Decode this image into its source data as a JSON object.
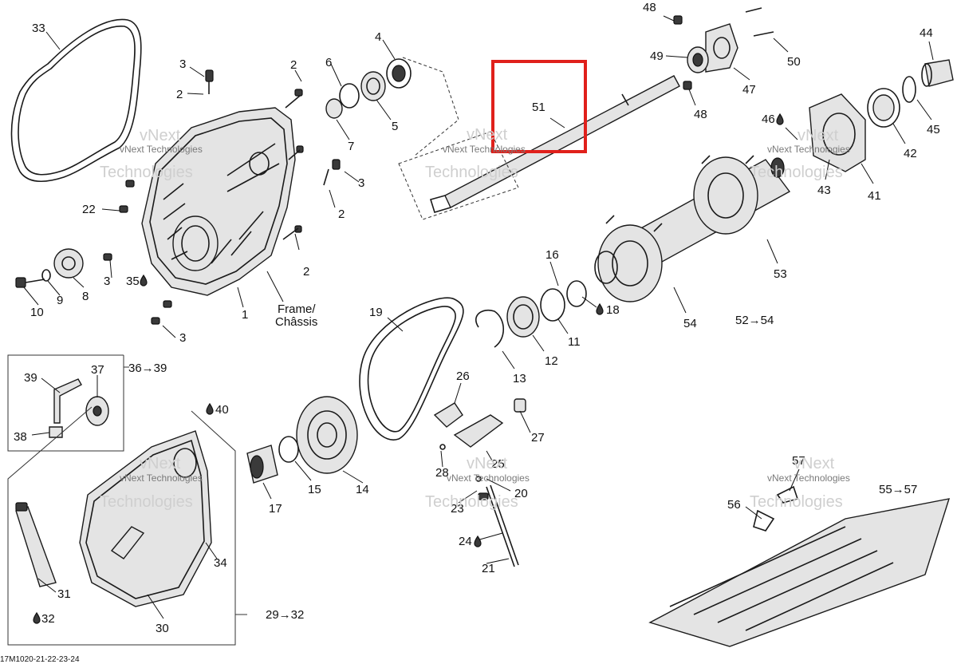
{
  "diagram": {
    "part_numbers": {
      "p1": "1",
      "p2a": "2",
      "p2b": "2",
      "p2c": "2",
      "p2d": "2",
      "p3a": "3",
      "p3b": "3",
      "p3c": "3",
      "p3d": "3",
      "p4": "4",
      "p5": "5",
      "p6": "6",
      "p7": "7",
      "p8": "8",
      "p9": "9",
      "p10": "10",
      "p11": "11",
      "p12": "12",
      "p13": "13",
      "p14": "14",
      "p15": "15",
      "p16": "16",
      "p17": "17",
      "p18": "18",
      "p19": "19",
      "p20": "20",
      "p21": "21",
      "p22": "22",
      "p23": "23",
      "p24": "24",
      "p25": "25",
      "p26": "26",
      "p27": "27",
      "p28": "28",
      "p30": "30",
      "p31": "31",
      "p32": "32",
      "p33": "33",
      "p34": "34",
      "p35": "35",
      "p37": "37",
      "p38": "38",
      "p39": "39",
      "p40": "40",
      "p41": "41",
      "p42": "42",
      "p43": "43",
      "p44": "44",
      "p45": "45",
      "p46": "46",
      "p47": "47",
      "p48a": "48",
      "p48b": "48",
      "p49": "49",
      "p50": "50",
      "p51": "51",
      "p53": "53",
      "p54": "54",
      "p56": "56",
      "p57": "57"
    },
    "group_labels": {
      "g36": "36→39",
      "g29": "29→32",
      "g52": "52→54",
      "g55": "55→57"
    },
    "frame_label_line1": "Frame/",
    "frame_label_line2": "Châssis",
    "footer_code": "17M1020-21-22-23-24",
    "watermark_line1": "vNext",
    "watermark_line2": "vNext Technologies",
    "watermark_line3": "Technologies",
    "highlight_color": "#e0201b",
    "line_color": "#1a1a1a"
  }
}
